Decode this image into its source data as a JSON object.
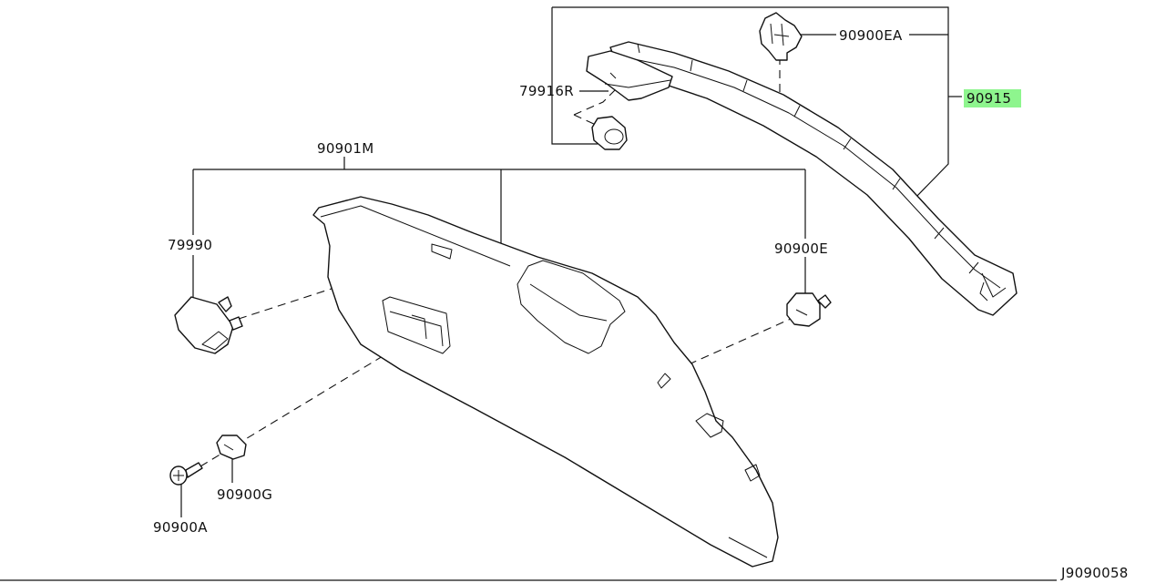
{
  "diagram": {
    "drawing_number": "J9090058",
    "highlight_color": "#8ef58e",
    "labels": {
      "part_90915": "90915",
      "part_90900EA": "90900EA",
      "part_79916R": "79916R",
      "part_90901M": "90901M",
      "part_79990": "79990",
      "part_90900E": "90900E",
      "part_90900G": "90900G",
      "part_90900A": "90900A"
    },
    "highlighted_part": "90915"
  }
}
